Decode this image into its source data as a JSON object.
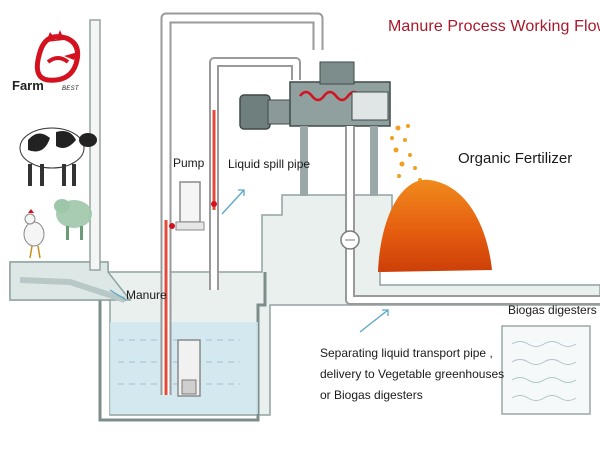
{
  "title": "Manure Process Working Flow",
  "labels": {
    "organic_fertilizer": "Organic Fertilizer",
    "pump": "Pump",
    "liquid_spill_pipe": "Liquid spill pipe",
    "manure": "Manure",
    "biogas_digesters": "Biogas digesters",
    "separating_lines": [
      "Separating liquid transport pipe ,",
      "delivery to Vegetable greenhouses",
      "or Biogas digesters"
    ]
  },
  "logo": {
    "text": "Farm",
    "tag": "BEST"
  },
  "colors": {
    "title": "#a8182a",
    "logo_red": "#d4121f",
    "fertilizer": "#e85a10",
    "pipe_red": "#e24a3a",
    "pipe_outline": "#9a9a9a",
    "water": "#cfe6ef",
    "ground": "#e9f0ee"
  }
}
